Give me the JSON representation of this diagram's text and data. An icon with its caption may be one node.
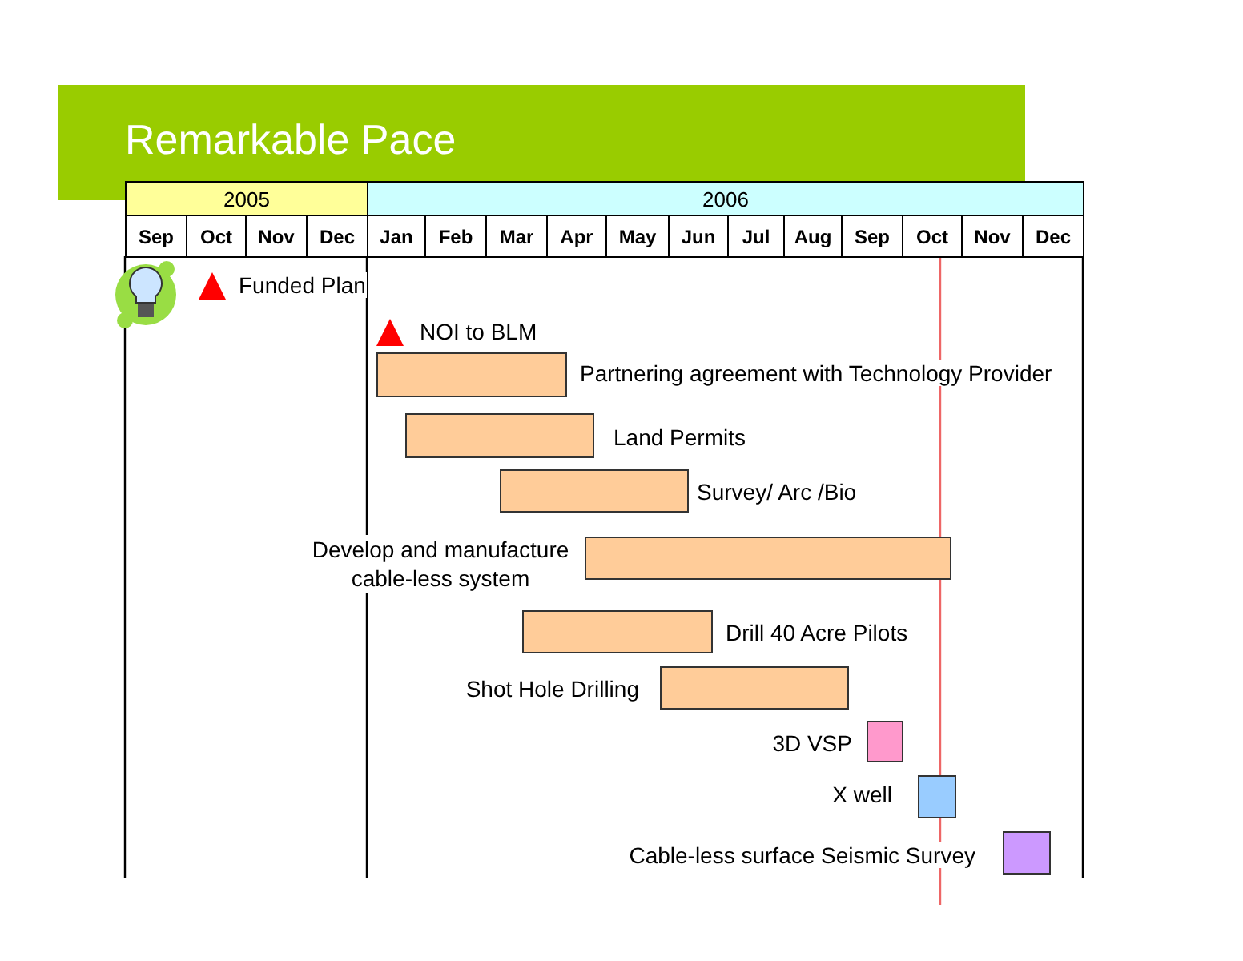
{
  "diagram": {
    "title": "Remarkable Pace",
    "nodes": [
      {
        "text": [],
        "shape": "triangle",
        "beside": [
          "Funded Plan"
        ]
      },
      {
        "text": [],
        "shape": "triangle",
        "beside": [
          "NOI to BLM"
        ]
      },
      {
        "text": [],
        "shape": "bar",
        "beside": [
          "Partnering agreement with Technology Provider"
        ]
      },
      {
        "text": [],
        "shape": "bar",
        "beside": [
          "Land Permits"
        ]
      },
      {
        "text": [],
        "shape": "bar",
        "beside": [
          "Survey/ Arc /Bio"
        ]
      },
      {
        "text": [],
        "shape": "bar",
        "beside": [
          "Develop and manufacture cable-less system"
        ]
      },
      {
        "text": [],
        "shape": "bar",
        "beside": [
          "Drill 40 Acre Pilots"
        ]
      },
      {
        "text": [],
        "shape": "bar",
        "beside": [
          "Shot Hole Drilling"
        ]
      },
      {
        "text": [],
        "shape": "box",
        "beside": [
          "3D VSP"
        ]
      },
      {
        "text": [],
        "shape": "box",
        "beside": [
          "X well"
        ]
      },
      {
        "text": [],
        "shape": "box",
        "beside": [
          "Cable-less surface Seismic Survey"
        ]
      }
    ],
    "labels": [
      "2005",
      "2006",
      "Sep",
      "Oct",
      "Nov",
      "Dec",
      "Jan",
      "Feb",
      "Mar",
      "Apr",
      "May",
      "Jun",
      "Jul",
      "Aug",
      "Sep",
      "Oct",
      "Nov",
      "Dec"
    ]
  }
}
